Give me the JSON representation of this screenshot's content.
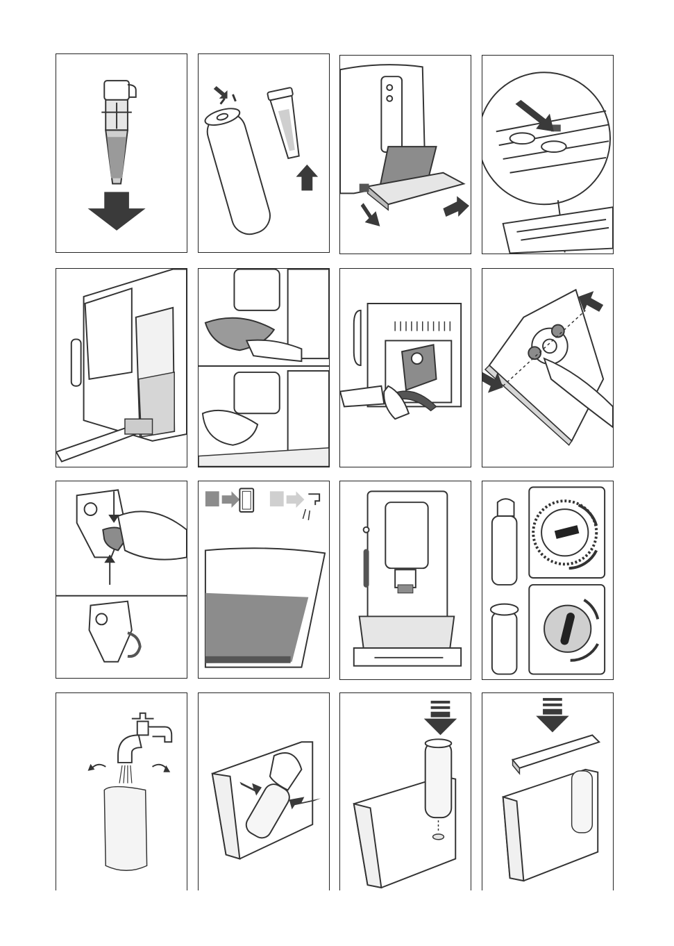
{
  "page": {
    "background": "#ffffff",
    "border_color": "#222222",
    "ink_color": "#333333",
    "arrow_color": "#3a3a3a",
    "fill_grey": "#8c8c8c",
    "fill_light": "#cfcfcf"
  },
  "panels": [
    {
      "row": 1,
      "col": 1,
      "icon": "nozzle-remove-down-arrow-icon"
    },
    {
      "row": 1,
      "col": 2,
      "icon": "filter-cylinder-and-nozzle-icon"
    },
    {
      "row": 1,
      "col": 3,
      "icon": "remove-drip-tray-icon"
    },
    {
      "row": 1,
      "col": 4,
      "icon": "drip-tray-float-detail-icon"
    },
    {
      "row": 2,
      "col": 1,
      "icon": "vacuum-machine-base-icon"
    },
    {
      "row": 2,
      "col": 2,
      "icon": "wipe-dispenser-icon"
    },
    {
      "row": 2,
      "col": 3,
      "icon": "remove-brewing-unit-icon"
    },
    {
      "row": 2,
      "col": 4,
      "icon": "press-brewing-unit-buttons-icon"
    },
    {
      "row": 3,
      "col": 1,
      "icon": "squeeze-lever-icon"
    },
    {
      "row": 3,
      "col": 2,
      "icon": "water-hardness-strip-icon"
    },
    {
      "row": 3,
      "col": 3,
      "icon": "machine-front-view-icon"
    },
    {
      "row": 3,
      "col": 4,
      "icon": "filter-date-dial-icon"
    },
    {
      "row": 4,
      "col": 1,
      "icon": "rinse-filter-under-tap-icon"
    },
    {
      "row": 4,
      "col": 2,
      "icon": "insert-filter-in-tank-icon"
    },
    {
      "row": 4,
      "col": 3,
      "icon": "push-filter-down-icon"
    },
    {
      "row": 4,
      "col": 4,
      "icon": "close-tank-lid-icon"
    }
  ]
}
